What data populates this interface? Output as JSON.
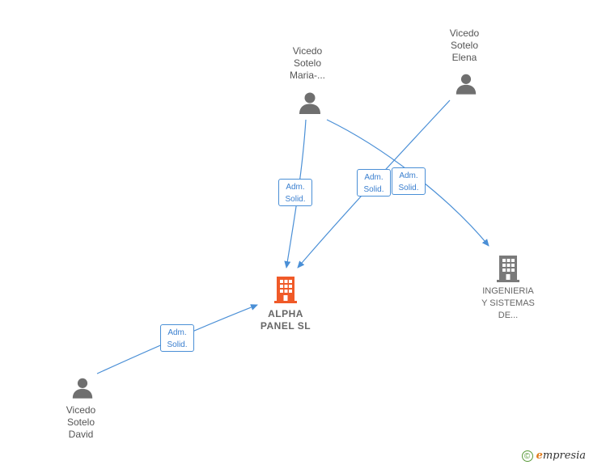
{
  "nodes": {
    "maria": {
      "label": "Vicedo\nSotelo\nMaria-...",
      "type": "person"
    },
    "elena": {
      "label": "Vicedo\nSotelo\nElena",
      "type": "person"
    },
    "david": {
      "label": "Vicedo\nSotelo\nDavid",
      "type": "person"
    },
    "alpha": {
      "label": "ALPHA\nPANEL  SL",
      "type": "company-focus"
    },
    "ingenieria": {
      "label": "INGENIERIA\nY SISTEMAS\nDE...",
      "type": "company"
    }
  },
  "edges": [
    {
      "from": "maria",
      "to": "alpha",
      "label_line1": "Adm.",
      "label_line2": "Solid."
    },
    {
      "from": "elena",
      "to": "alpha",
      "label_line1": "Adm.",
      "label_line2": "Solid."
    },
    {
      "from": "maria",
      "to": "ingenieria",
      "label_line1": "Adm.",
      "label_line2": "Solid."
    },
    {
      "from": "david",
      "to": "alpha",
      "label_line1": "Adm.",
      "label_line2": "Solid."
    }
  ],
  "colors": {
    "edge": "#4a8fd6",
    "person_icon": "#6f6f6f",
    "focus_company": "#f05a28",
    "company": "#7a7a7a"
  },
  "footer": {
    "copyright_symbol": "©",
    "brand_initial": "e",
    "brand_rest": "mpresia"
  }
}
